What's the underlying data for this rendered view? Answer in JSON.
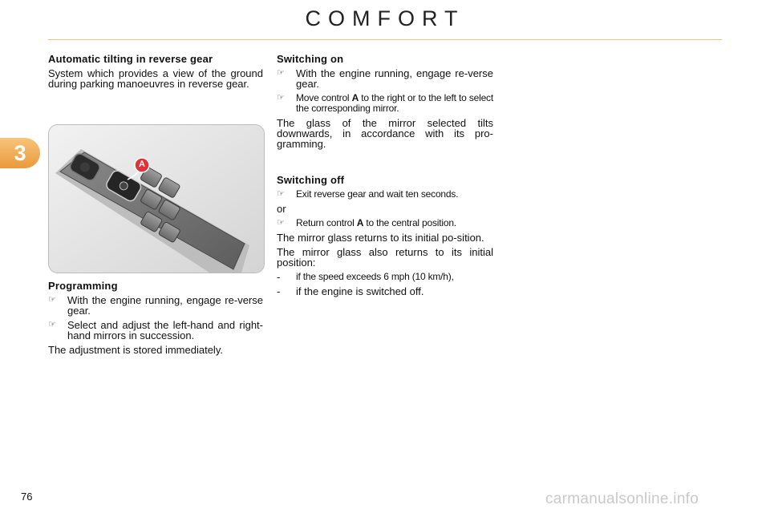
{
  "header": {
    "title": "COMFORT"
  },
  "chapter": {
    "number": "3"
  },
  "left": {
    "heading": "Automatic tilting in reverse gear",
    "intro": "System which provides a view of the ground during parking manoeuvres in reverse gear.",
    "programming": {
      "heading": "Programming",
      "steps": [
        "With the engine running, engage re-verse gear.",
        "Select and adjust the left-hand and right-hand mirrors in succession."
      ],
      "note": "The adjustment is stored immediately."
    }
  },
  "figure": {
    "callout_label": "A"
  },
  "right": {
    "switching_on": {
      "heading": "Switching on",
      "step1": "With the engine running, engage re-verse gear.",
      "step2_before": "Move control ",
      "step2_control": "A",
      "step2_after": " to the right or to the left to select the corresponding mirror.",
      "result": "The glass of the mirror selected tilts downwards, in accordance with its pro-gramming."
    },
    "switching_off": {
      "heading": "Switching off",
      "step1": "Exit reverse gear and wait ten seconds.",
      "or": "or",
      "step2_before": "Return control ",
      "step2_control": "A",
      "step2_after": " to the central position.",
      "result": "The mirror glass returns to its initial po-sition.",
      "also": "The mirror glass also returns to its initial position:",
      "conditions": [
        "if the speed exceeds 6 mph (10 km/h),",
        "if the engine is switched off."
      ]
    }
  },
  "footer": {
    "page_number": "76",
    "watermark": "carmanualsonline.info"
  },
  "icons": {
    "bullet": "pointing-hand-icon",
    "dash": "-"
  }
}
